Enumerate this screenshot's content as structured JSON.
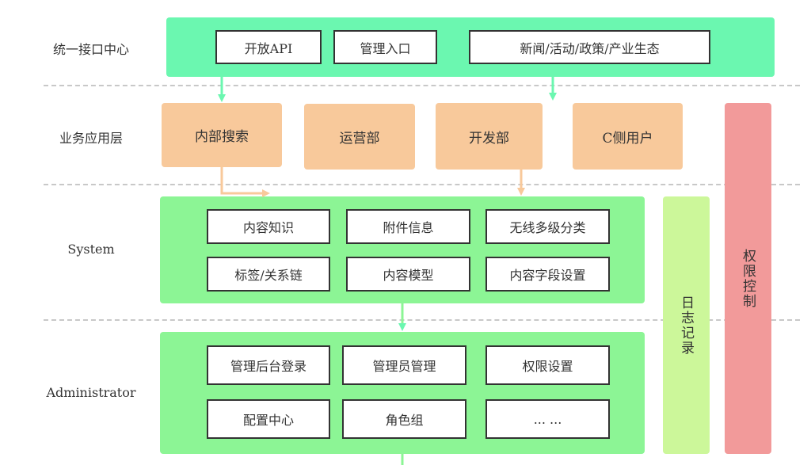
{
  "rows": {
    "interface": "统一接口中心",
    "business": "业务应用层",
    "system": "System",
    "admin": "Administrator"
  },
  "interface_boxes": [
    "开放API",
    "管理入口",
    "新闻/活动/政策/产业生态"
  ],
  "business_tiles": [
    "内部搜索",
    "运营部",
    "开发部",
    "C侧用户"
  ],
  "system_boxes": [
    "内容知识",
    "附件信息",
    "无线多级分类",
    "标签/关系链",
    "内容模型",
    "内容字段设置"
  ],
  "admin_boxes": [
    "管理后台登录",
    "管理员管理",
    "权限设置",
    "配置中心",
    "角色组",
    "... ..."
  ],
  "side": {
    "log": "日志记录",
    "permission": "权限控制"
  },
  "colors": {
    "interface_panel": "#6bf7b0",
    "system_panel": "#8cf595",
    "business_tile": "#f8c99b",
    "log_bar": "#ccf79a",
    "permission_bar": "#f29a9a",
    "arrow_green": "#6bf7b0",
    "arrow_orange": "#f8c99b"
  }
}
